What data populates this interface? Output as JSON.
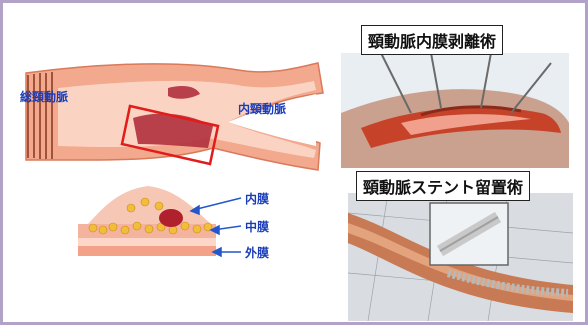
{
  "artery": {
    "common_carotid_label": "総頸動脈",
    "internal_carotid_label": "内頸動脈"
  },
  "cross_section": {
    "layers": [
      "内膜",
      "中膜",
      "外膜"
    ]
  },
  "procedures": {
    "endarterectomy_title": "頸動脈内膜剥離術",
    "stenting_title": "頸動脈ステント留置術"
  }
}
